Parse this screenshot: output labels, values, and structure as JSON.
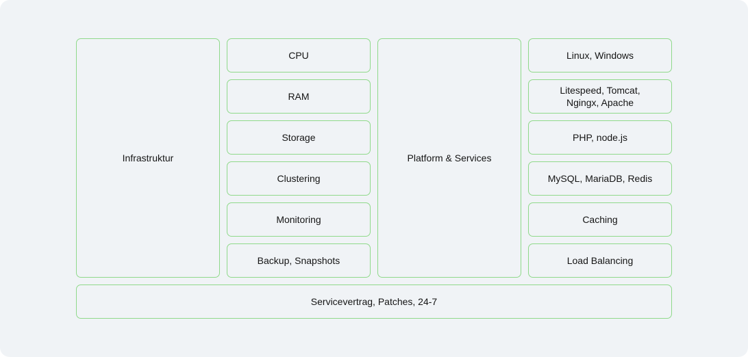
{
  "diagram": {
    "infrastructure": {
      "label": "Infrastruktur",
      "items": [
        "CPU",
        "RAM",
        "Storage",
        "Clustering",
        "Monitoring",
        "Backup, Snapshots"
      ]
    },
    "platform": {
      "label": "Platform & Services",
      "items": [
        "Linux, Windows",
        "Litespeed, Tomcat,\nNgingx, Apache",
        "PHP, node.js",
        "MySQL, MariaDB, Redis",
        "Caching",
        "Load Balancing"
      ]
    },
    "footer": {
      "label": "Servicevertrag, Patches, 24-7"
    }
  },
  "colors": {
    "background": "#f0f3f6",
    "border": "#8fd98a",
    "text": "#141414"
  }
}
